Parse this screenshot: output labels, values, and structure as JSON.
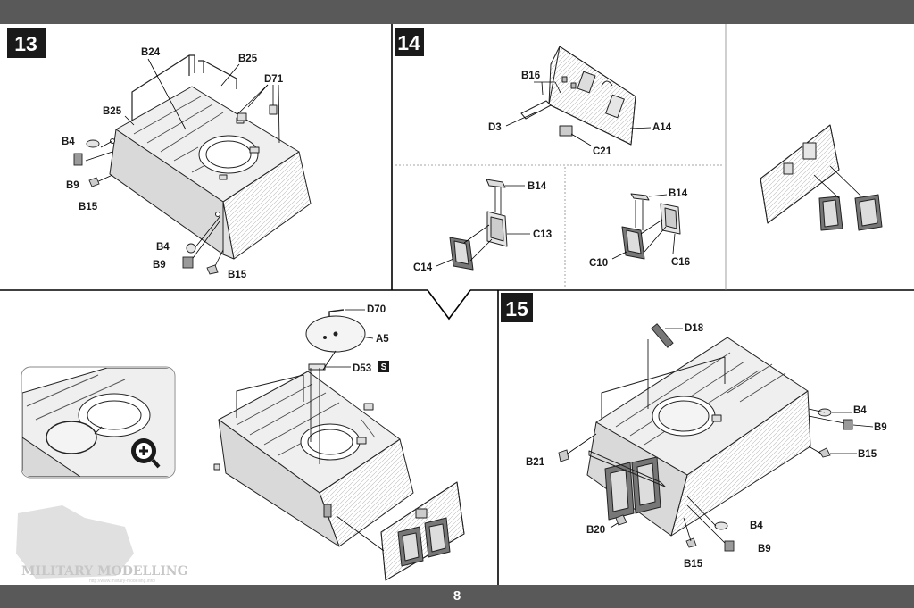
{
  "page_number": "8",
  "steps": {
    "s13": "13",
    "s14": "14",
    "s15": "15"
  },
  "labels": {
    "s13": [
      "B24",
      "B25",
      "D71",
      "B25",
      "B4",
      "B9",
      "B15",
      "B4",
      "B9",
      "B15"
    ],
    "s14_top": [
      "B16",
      "D3",
      "A14",
      "C21"
    ],
    "s14_left": [
      "B14",
      "C13",
      "C14"
    ],
    "s14_mid": [
      "B14",
      "C10",
      "C16"
    ],
    "hatch": [
      "D70",
      "A5",
      "D53"
    ],
    "s15": [
      "D18",
      "B4",
      "B9",
      "B15",
      "B21",
      "B20",
      "B4",
      "B9",
      "B15"
    ]
  },
  "icons": {
    "glue_mark": "glue-icon",
    "zoom": "zoom-plus-icon"
  },
  "watermark": {
    "text": "MILITARY MODELLING",
    "url": "http://www.military-modelling.info/"
  },
  "colors": {
    "band": "#595959",
    "step_box": "#1a1a1a",
    "line": "#000000",
    "part_fill": "#e6e6e6",
    "part_shade": "#cfcfcf"
  }
}
